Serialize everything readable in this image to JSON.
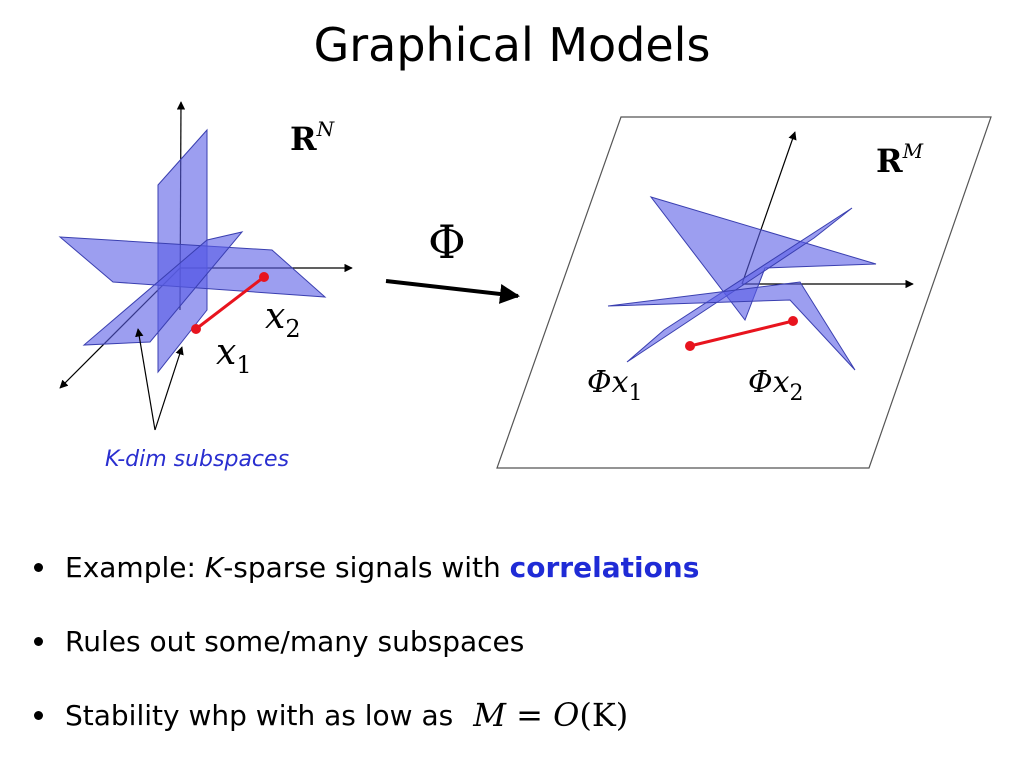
{
  "slide": {
    "title": "Graphical Models"
  },
  "figure": {
    "space_left": "R",
    "space_left_sup": "N",
    "space_right": "R",
    "space_right_sup": "M",
    "map_symbol": "Φ",
    "point_x1": "x",
    "point_x1_sub": "1",
    "point_x2": "x",
    "point_x2_sub": "2",
    "proj_x1": "Φx",
    "proj_x1_sub": "1",
    "proj_x2": "Φx",
    "proj_x2_sub": "2",
    "subspaces_label": "K-dim subspaces",
    "colors": {
      "plane": "#5a5ee6",
      "segment": "#e8141e",
      "label": "#2a2fd0"
    }
  },
  "bullets": [
    {
      "prefix": "Example: ",
      "k": "K",
      "mid": "-sparse signals with ",
      "emph": "correlations"
    },
    {
      "text": "Rules out some/many subspaces"
    },
    {
      "text": "Stability whp with as low as",
      "math_lhs": "M",
      "math_eq": " = ",
      "math_o": "O",
      "math_arg": "(K)"
    }
  ]
}
